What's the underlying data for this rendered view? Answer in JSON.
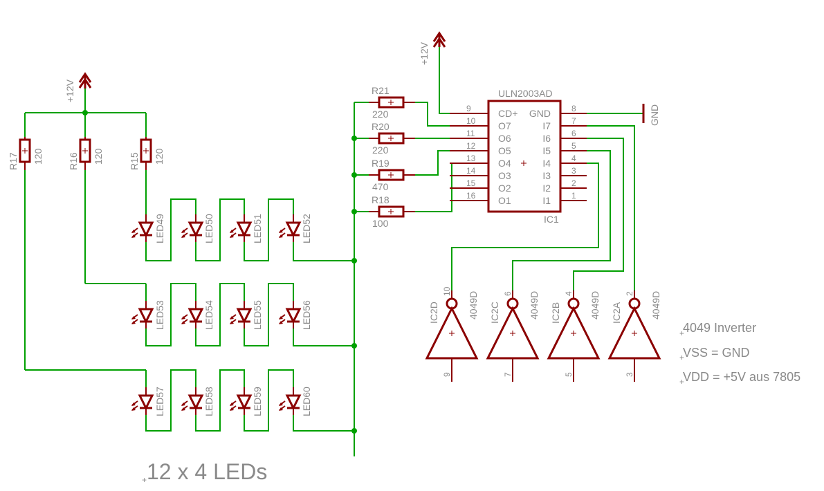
{
  "supply_labels": [
    "+12V",
    "+12V"
  ],
  "gnd_label": "GND",
  "resistors": [
    {
      "name": "R17",
      "value": "120"
    },
    {
      "name": "R16",
      "value": "120"
    },
    {
      "name": "R15",
      "value": "120"
    },
    {
      "name": "R21",
      "value": "220"
    },
    {
      "name": "R20",
      "value": "220"
    },
    {
      "name": "R19",
      "value": "470"
    },
    {
      "name": "R18",
      "value": "100"
    }
  ],
  "leds": [
    "LED49",
    "LED50",
    "LED51",
    "LED52",
    "LED53",
    "LED54",
    "LED55",
    "LED56",
    "LED57",
    "LED58",
    "LED59",
    "LED60"
  ],
  "ic1": {
    "part": "ULN2003AD",
    "name": "IC1",
    "left_pins": [
      {
        "num": "9",
        "label": "CD+"
      },
      {
        "num": "10",
        "label": "O7"
      },
      {
        "num": "11",
        "label": "O6"
      },
      {
        "num": "12",
        "label": "O5"
      },
      {
        "num": "13",
        "label": "O4"
      },
      {
        "num": "14",
        "label": "O3"
      },
      {
        "num": "15",
        "label": "O2"
      },
      {
        "num": "16",
        "label": "O1"
      }
    ],
    "right_pins": [
      {
        "num": "8",
        "label": "GND"
      },
      {
        "num": "7",
        "label": "I7"
      },
      {
        "num": "6",
        "label": "I6"
      },
      {
        "num": "5",
        "label": "I5"
      },
      {
        "num": "4",
        "label": "I4"
      },
      {
        "num": "3",
        "label": "I3"
      },
      {
        "num": "2",
        "label": "I2"
      },
      {
        "num": "1",
        "label": "I1"
      }
    ]
  },
  "inverters": [
    {
      "name": "IC2D",
      "part": "4049D",
      "in_pin": "9",
      "out_pin": "10"
    },
    {
      "name": "IC2C",
      "part": "4049D",
      "in_pin": "7",
      "out_pin": "6"
    },
    {
      "name": "IC2B",
      "part": "4049D",
      "in_pin": "5",
      "out_pin": "4"
    },
    {
      "name": "IC2A",
      "part": "4049D",
      "in_pin": "3",
      "out_pin": "2"
    }
  ],
  "notes": [
    "4049 Inverter",
    "VSS = GND",
    "VDD = +5V aus 7805"
  ],
  "caption": "12 x 4 LEDs"
}
